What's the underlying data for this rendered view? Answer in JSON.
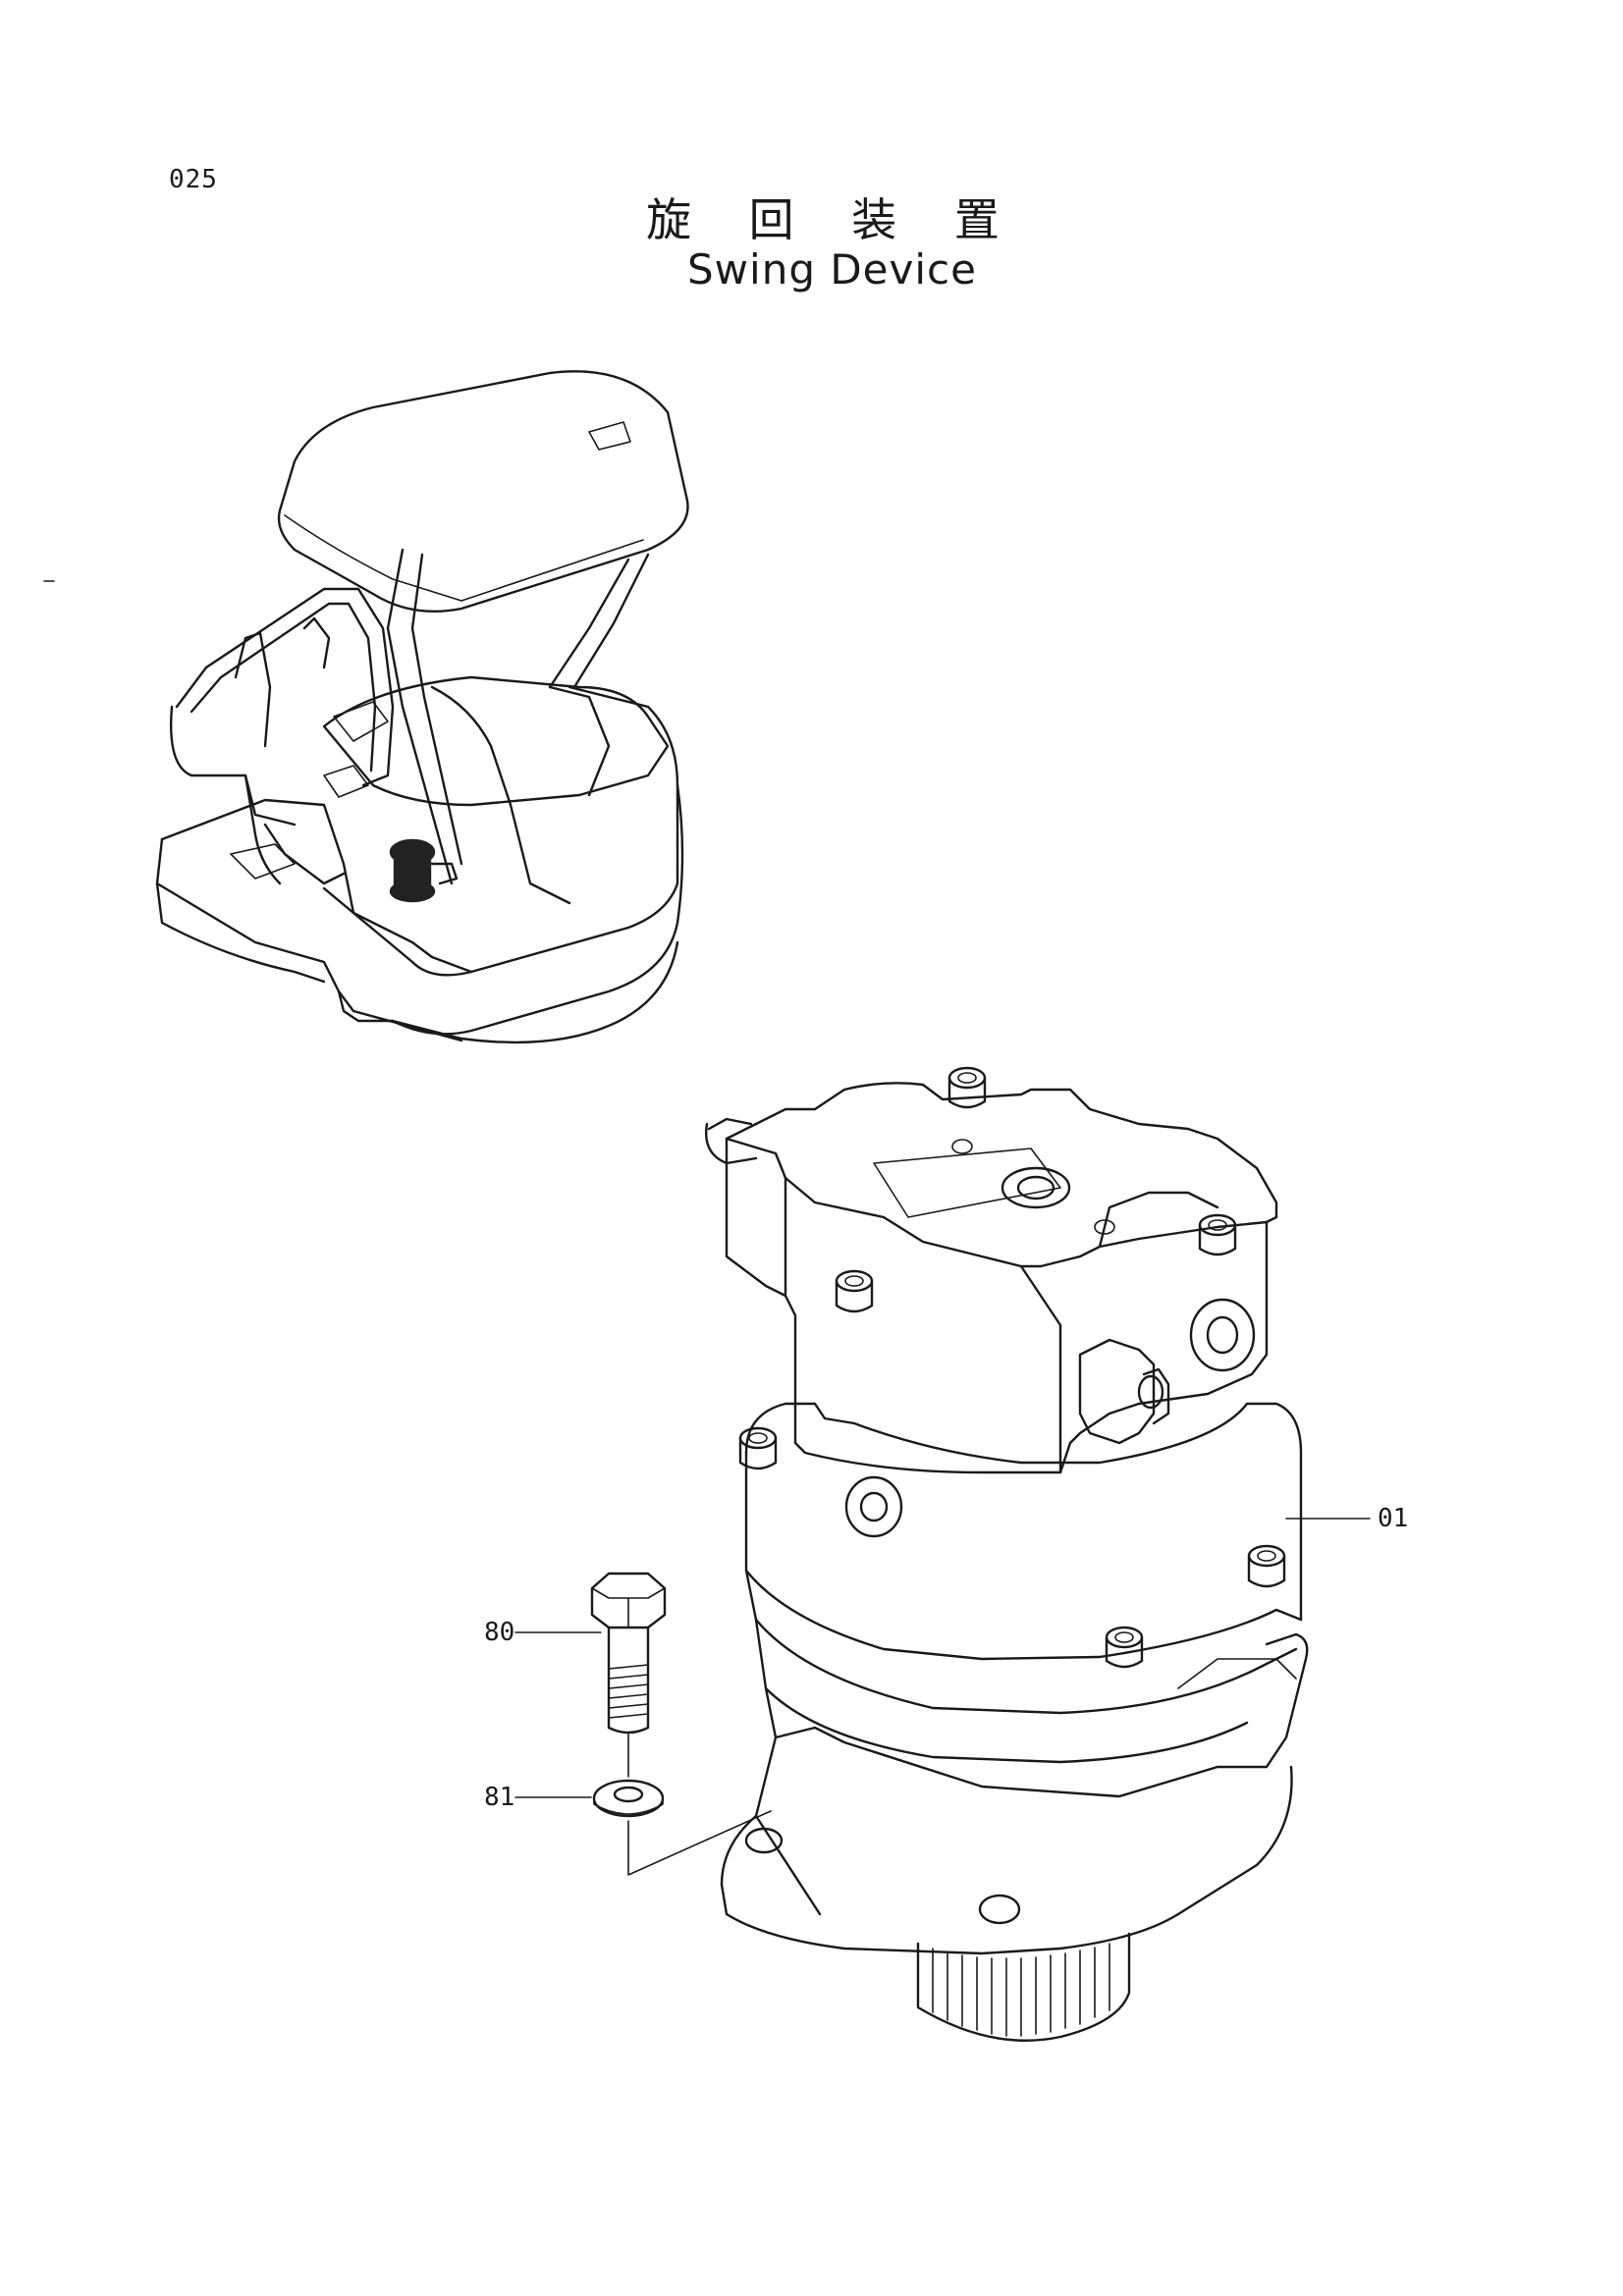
{
  "page": {
    "number": "025",
    "title_jp": "旋 回 装 置",
    "title_en": "Swing Device"
  },
  "callouts": [
    {
      "id": "part-01",
      "label": "01"
    },
    {
      "id": "part-80",
      "label": "80"
    },
    {
      "id": "part-81",
      "label": "81"
    }
  ],
  "colors": {
    "line": "#1a1a1a",
    "background": "#ffffff"
  }
}
